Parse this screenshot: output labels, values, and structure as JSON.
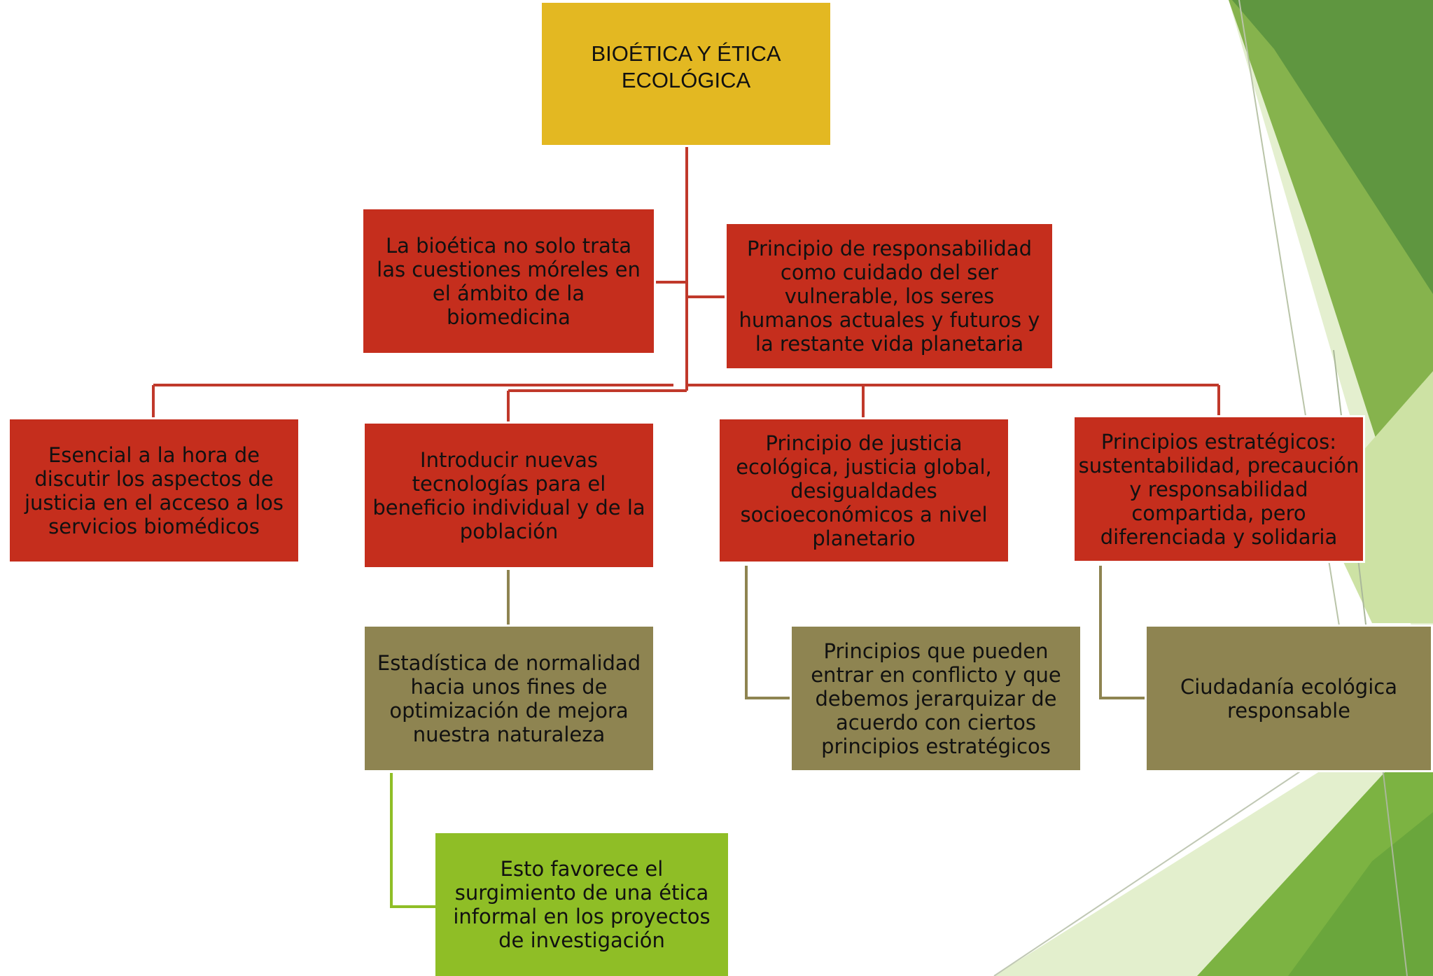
{
  "root": {
    "title": "BIOÉTICA Y ÉTICA ECOLÓGICA"
  },
  "level1": [
    {
      "text": "La bioética no solo trata las cuestiones móreles en el ámbito de la biomedicina"
    },
    {
      "text": "Principio de responsabilidad como cuidado del ser vulnerable, los seres humanos actuales y futuros y la restante vida planetaria"
    }
  ],
  "level2": [
    {
      "text": "Esencial a la hora de discutir los aspectos de justicia en el acceso a los servicios biomédicos"
    },
    {
      "text": "Introducir nuevas tecnologías para el beneficio individual y de la población"
    },
    {
      "text": "Principio de justicia ecológica, justicia global, desigualdades socioeconómicos a nivel planetario"
    },
    {
      "text": "Principios estratégicos: sustentabilidad, precaución y responsabilidad compartida, pero diferenciada y solidaria"
    }
  ],
  "level3": [
    {
      "text": "Estadística de normalidad hacia unos fines de optimización de mejora nuestra naturaleza"
    },
    {
      "text": "Principios que pueden entrar en conflicto y que debemos jerarquizar de acuerdo con ciertos principios estratégicos"
    },
    {
      "text": "Ciudadanía ecológica responsable"
    }
  ],
  "level4": [
    {
      "text": "Esto favorece el surgimiento de una ética informal en los proyectos de investigación"
    }
  ],
  "colors": {
    "root": "#e3b822",
    "level1_level2": "#c52e1d",
    "level3": "#8e8451",
    "level4": "#8fbe26",
    "connector_red": "#c0392b",
    "connector_olive": "#8e8451",
    "connector_lime": "#8fbe26",
    "decoration_greens": [
      "#5f9640",
      "#7cb342",
      "#cde2a4"
    ]
  }
}
